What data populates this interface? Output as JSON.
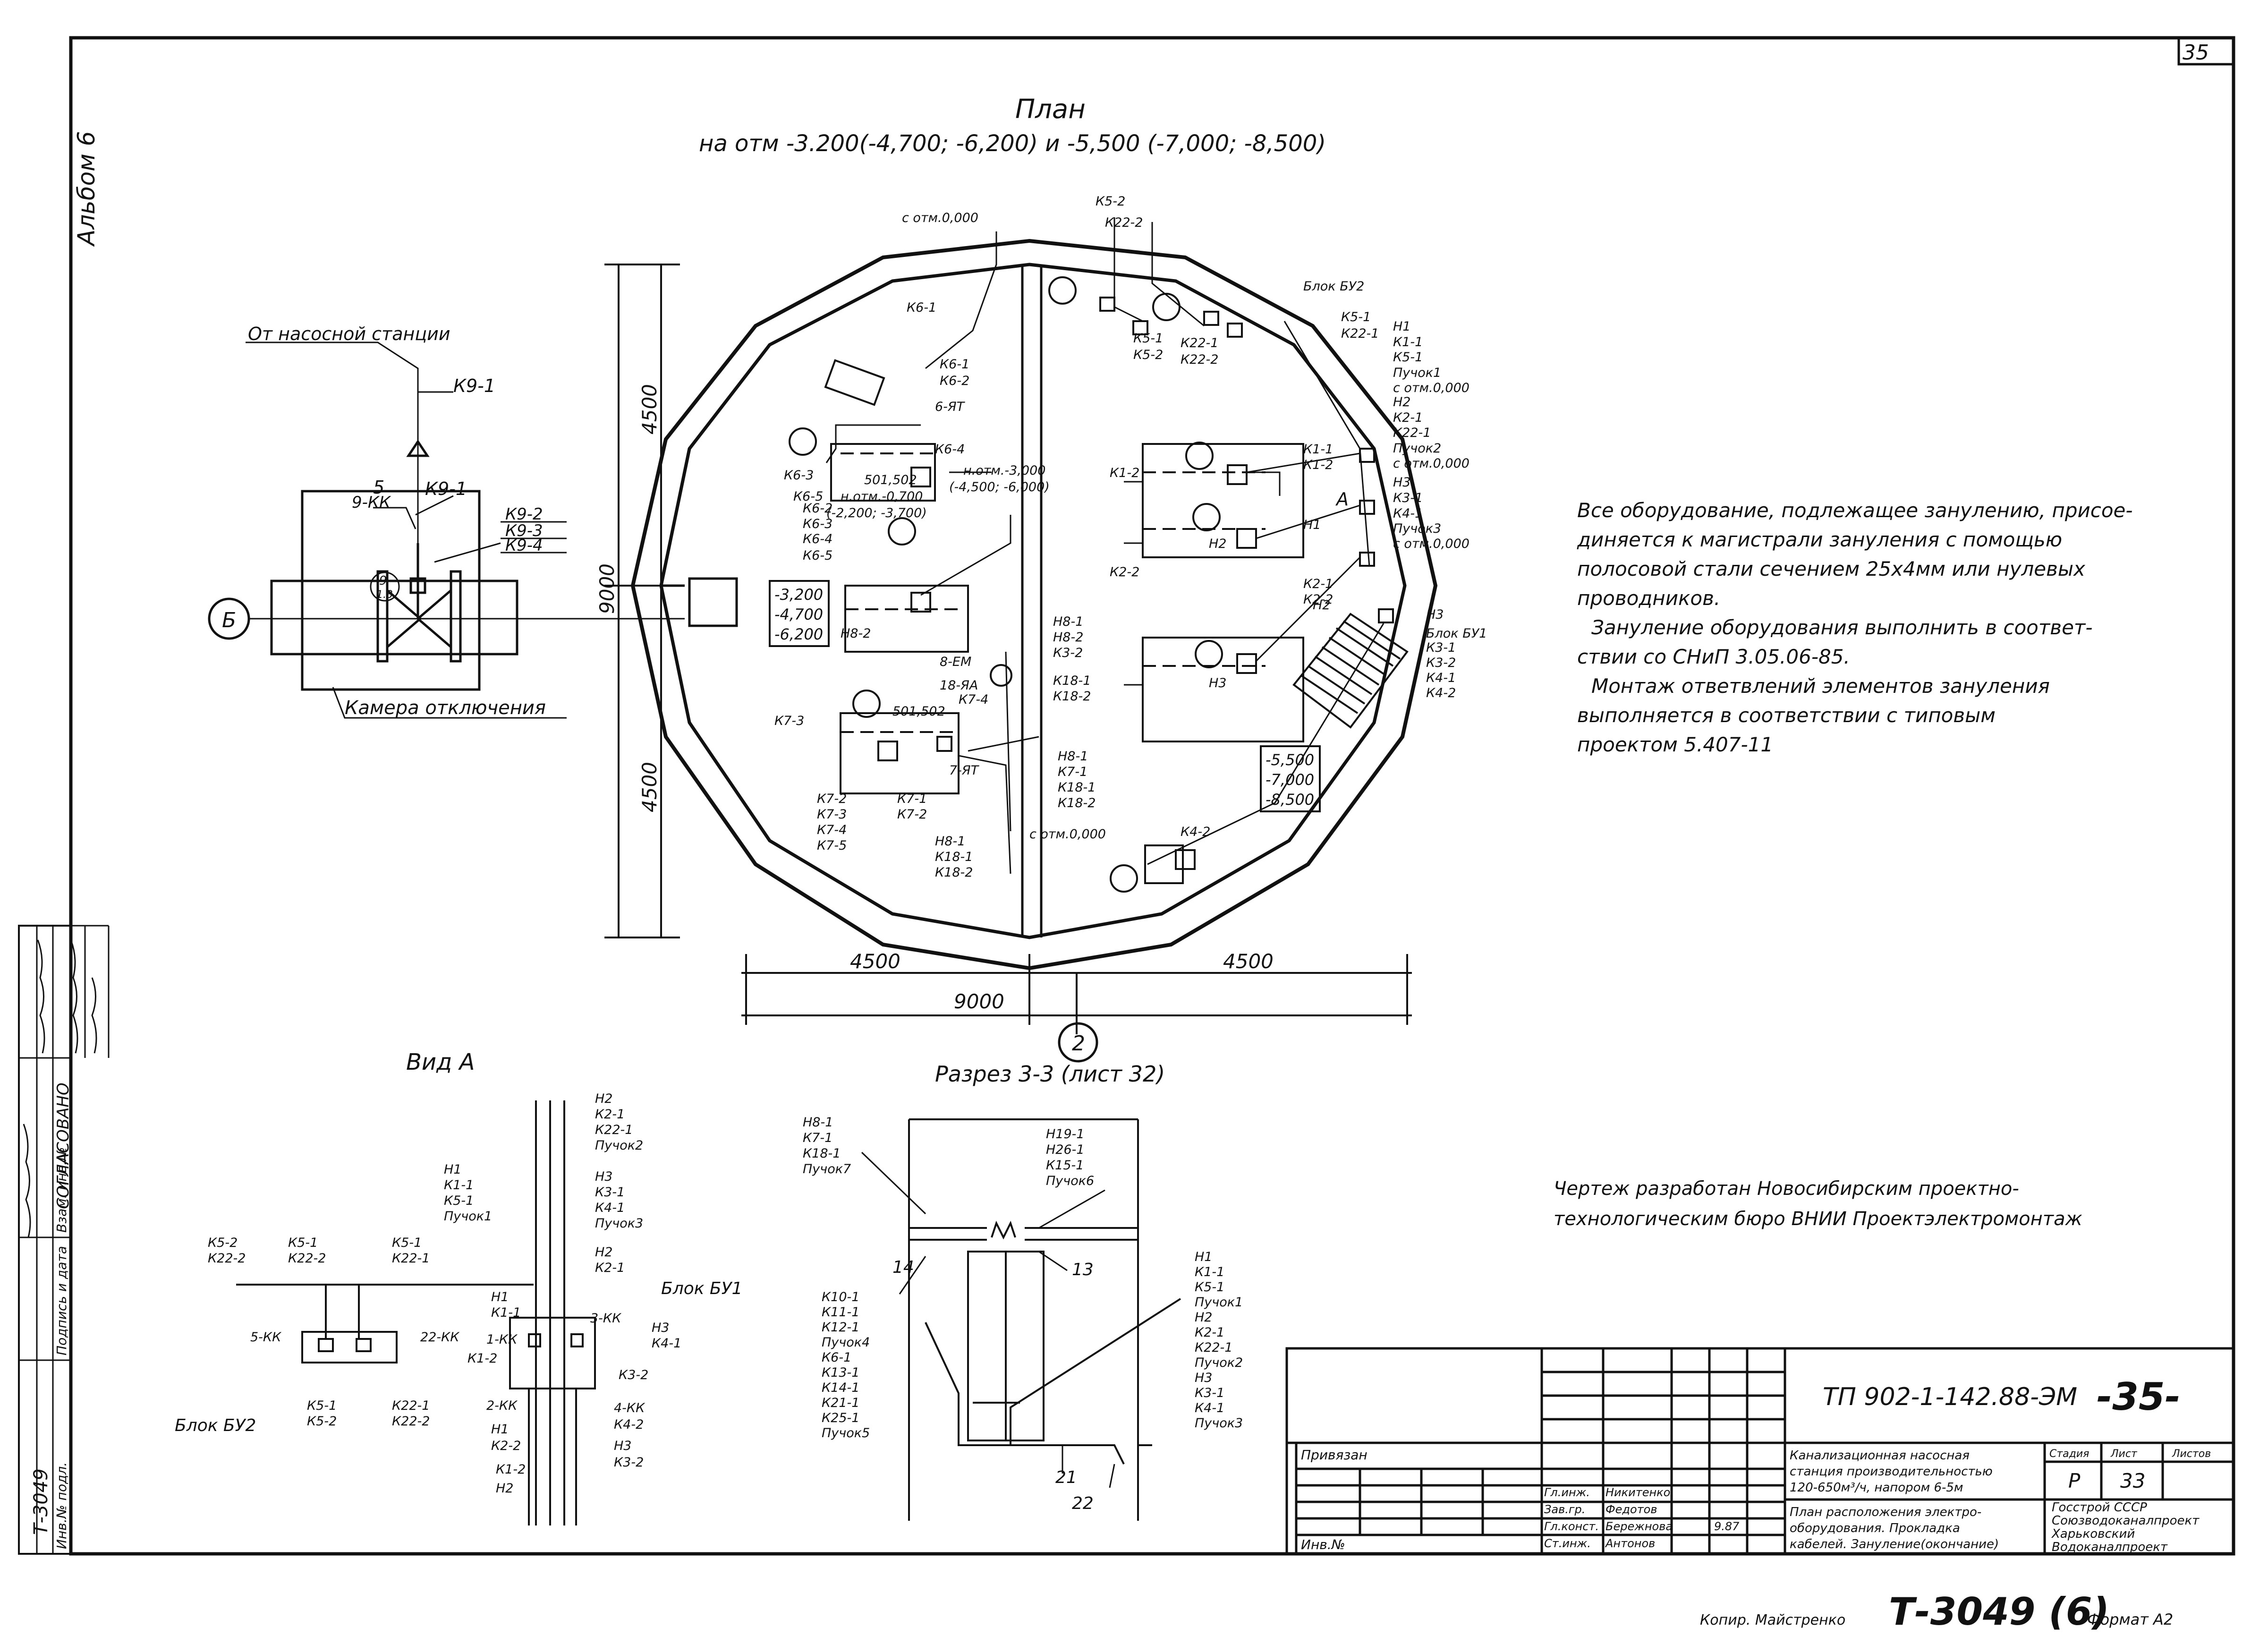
{
  "sheet": {
    "number": "35",
    "album": "Альбом 6",
    "copy_note": "Копир. Майстренко",
    "big_id": "Т-3049 (6)",
    "format": "Формат А2",
    "side_archive": "Т-3049",
    "side_labels": [
      "Инв.№ подл.",
      "Подпись и дата",
      "Взам. инв.№",
      "СОГЛАСОВАНО"
    ]
  },
  "plan": {
    "title": "План",
    "subtitle": "на отм -3.200(-4,700; -6,200) и -5,500 (-7,000; -8,500)",
    "dims": {
      "vert_total": "9000",
      "vert_top": "4500",
      "vert_bottom": "4500",
      "horiz_left": "4500",
      "horiz_right": "4500",
      "horiz_total": "9000"
    },
    "axis_b": "Б",
    "axis_2": "2",
    "section_ref": "Разрез 3-3 (лист 32)",
    "view_mark": "А",
    "level_left": [
      "-3,200",
      "-4,700",
      "-6,200"
    ],
    "level_right": [
      "-5,500",
      "-7,000",
      "-8,500"
    ],
    "cable_labels": [
      "с отм.0,000",
      "К6-1",
      "К5-2",
      "К22-2",
      "К5-1",
      "К5-2",
      "К22-1",
      "К22-2",
      "Блок БУ2",
      "К5-1",
      "К22-1",
      "Н1",
      "К1-1",
      "К5-1",
      "Пучок1",
      "с отм.0,000",
      "Н2",
      "К2-1",
      "К22-1",
      "Пучок2",
      "с отм.0,000",
      "Н3",
      "К3-1",
      "К4-1",
      "Пучок3",
      "с отм.0,000",
      "Н3",
      "Блок БУ1",
      "К3-1",
      "К3-2",
      "К4-1",
      "К4-2",
      "К6-1",
      "К6-2",
      "6-ЯТ",
      "К6-3",
      "К6-4",
      "К6-2",
      "К6-3",
      "К6-4",
      "К6-5",
      "К6-5",
      "н.отм.-3,000",
      "(-4,500; -6,000)",
      "н.отм.-0,700",
      "(-2,200; -3,700)",
      "501,502",
      "К1-1",
      "К1-2",
      "К1-2",
      "К2-1",
      "К2-2",
      "К2-2",
      "Н1",
      "Н2",
      "Н3",
      "Н2",
      "Н8-2",
      "Н8-1",
      "Н8-2",
      "К3-2",
      "8-ЕМ",
      "К18-1",
      "К18-2",
      "18-ЯА",
      "К7-4",
      "К7-3",
      "501,502",
      "К7-2",
      "К7-3",
      "К7-4",
      "К7-5",
      "К7-1",
      "К7-2",
      "7-ЯТ",
      "Н8-1",
      "К7-1",
      "К18-1",
      "К18-2",
      "Н8-1",
      "К18-1",
      "К18-2",
      "с отм.0,000",
      "К4-2"
    ]
  },
  "chamber": {
    "from_station": "От насосной станции",
    "k91_top": "К9-1",
    "item5": "5",
    "item5_tag": "9-КК",
    "k91": "К9-1",
    "k9_list": [
      "К9-2",
      "К9-3",
      "К9-4"
    ],
    "item9_num": "9",
    "item9_tag": "1.3",
    "name": "Камера отключения"
  },
  "notes": {
    "lines": [
      "Все оборудование, подлежащее занулению, присое-",
      "диняется к магистрали зануления с помощью",
      "полосовой стали сечением 25х4мм или нулевых",
      "проводников.",
      "Зануление оборудования выполнить в соответ-",
      "ствии со СНиП 3.05.06-85.",
      "Монтаж ответвлений элементов зануления",
      "выполняется в соответствии с типовым",
      "проектом 5.407-11"
    ],
    "developer": [
      "Чертеж разработан Новосибирским проектно-",
      "технологическим бюро ВНИИ Проектэлектромонтаж"
    ]
  },
  "view_a": {
    "title": "Вид А",
    "block_bu2": "Блок БУ2",
    "block_bu1": "Блок БУ1",
    "labels": [
      "Н2",
      "К2-1",
      "К22-1",
      "Пучок2",
      "Н1",
      "К1-1",
      "К5-1",
      "Пучок1",
      "Н3",
      "К3-1",
      "К4-1",
      "Пучок3",
      "Н2",
      "К2-1",
      "К5-2",
      "К22-2",
      "К5-1",
      "К22-2",
      "К5-1",
      "К22-1",
      "5-КК",
      "22-КК",
      "К5-1",
      "К5-2",
      "К22-1",
      "К22-2",
      "Н1",
      "К1-1",
      "1-КК",
      "К1-2",
      "2-КК",
      "3-КК",
      "Н3",
      "К4-1",
      "К3-2",
      "4-КК",
      "К4-2",
      "Н3",
      "К3-2",
      "Н1",
      "К2-2",
      "К1-2",
      "Н2"
    ]
  },
  "section_33": {
    "top_left": [
      "Н8-1",
      "К7-1",
      "К18-1",
      "Пучок7"
    ],
    "top_right": [
      "Н19-1",
      "Н26-1",
      "К15-1",
      "Пучок6"
    ],
    "item14": "14",
    "item13": "13",
    "item21": "21",
    "item22": "22",
    "left_list": [
      "К10-1",
      "К11-1",
      "К12-1",
      "Пучок4",
      "К6-1",
      "К13-1",
      "К14-1",
      "К21-1",
      "К25-1",
      "Пучок5"
    ],
    "right_list": [
      "Н1",
      "К1-1",
      "К5-1",
      "Пучок1",
      "Н2",
      "К2-1",
      "К22-1",
      "Пучок2",
      "Н3",
      "К3-1",
      "К4-1",
      "Пучок3"
    ]
  },
  "title_block": {
    "code": "ТП 902-1-142.88-ЭМ",
    "sheet_big": "-35-",
    "privyazan": "Привязан",
    "inv": "Инв.№",
    "project_name": [
      "Канализационная насосная",
      "станция производительностью",
      "120-650м³/ч, напором 6-5м"
    ],
    "drawing_name": [
      "План расположения электро-",
      "оборудования. Прокладка",
      "кабелей. Зануление(окончание)"
    ],
    "stage_header": "Стадия",
    "sheet_header": "Лист",
    "sheets_header": "Листов",
    "stage": "Р",
    "sheet": "33",
    "org": [
      "Госстрой СССР",
      "Союзводоканалпроект",
      "Харьковский",
      "Водоканалпроект"
    ],
    "people": [
      {
        "role": "Гл.инж.",
        "name": "Никитенко"
      },
      {
        "role": "Зав.гр.",
        "name": "Федотов"
      },
      {
        "role": "Гл.конст.",
        "name": "Бережнова"
      },
      {
        "role": "Ст.инж.",
        "name": "Антонов"
      }
    ],
    "date": "9.87"
  }
}
